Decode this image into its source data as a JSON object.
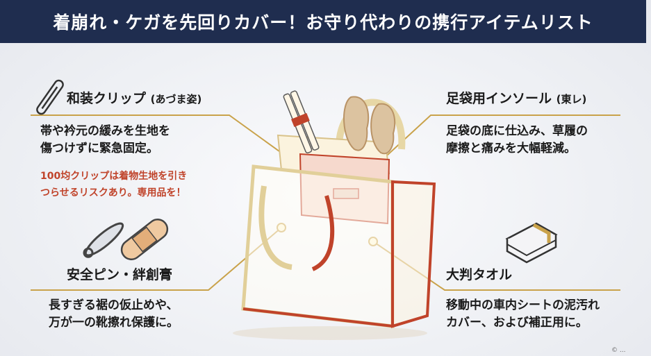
{
  "header": {
    "title": "着崩れ・ケガを先回りカバー！お守り代わりの携行アイテムリスト"
  },
  "items": {
    "clip": {
      "title": "和装クリップ",
      "title_sub": "(あづま姿)",
      "desc_line1": "帯や衿元の緩みを生地を",
      "desc_line2": "傷つけずに緊急固定。",
      "warning_line1": "100均クリップは着物生地を引き",
      "warning_line2": "つらせるリスクあり。専用品を！"
    },
    "insole": {
      "title": "足袋用インソール",
      "title_sub": "(東レ)",
      "desc_line1": "足袋の底に仕込み、草履の",
      "desc_line2": "摩擦と痛みを大幅軽減。"
    },
    "pins": {
      "title": "安全ピン・絆創膏",
      "desc_line1": "長すぎる裾の仮止めや、",
      "desc_line2": "万が一の靴擦れ保護に。"
    },
    "towel": {
      "title": "大判タオル",
      "desc_line1": "移動中の車内シートの泥汚れ",
      "desc_line2": "カバー、および補正用に。"
    }
  },
  "credit": "© ...",
  "colors": {
    "header_bg": "#1f2d4f",
    "gold": "#c9a24a",
    "warning": "#c0432a",
    "bag_red": "#c0432a"
  }
}
